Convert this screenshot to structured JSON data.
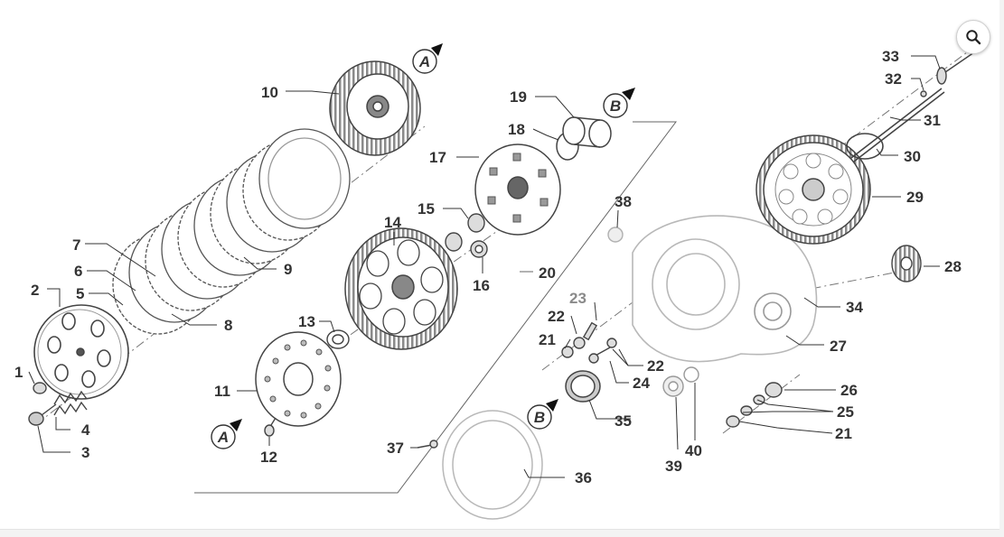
{
  "callouts": {
    "c1": "1",
    "c2": "2",
    "c3": "3",
    "c4": "4",
    "c5": "5",
    "c6": "6",
    "c7": "7",
    "c8": "8",
    "c9": "9",
    "c10": "10",
    "c11": "11",
    "c12": "12",
    "c13": "13",
    "c14": "14",
    "c15": "15",
    "c16": "16",
    "c17": "17",
    "c18": "18",
    "c19": "19",
    "c20": "20",
    "c21a": "21",
    "c21b": "21",
    "c22a": "22",
    "c22b": "22",
    "c23": "23",
    "c24": "24",
    "c25": "25",
    "c26": "26",
    "c27": "27",
    "c28": "28",
    "c29": "29",
    "c30": "30",
    "c31": "31",
    "c32": "32",
    "c33": "33",
    "c34": "34",
    "c35": "35",
    "c36": "36",
    "c37": "37",
    "c38": "38",
    "c39": "39",
    "c40": "40"
  },
  "badges": {
    "a": "A",
    "b": "B"
  },
  "icons": {
    "zoom": "magnifier-icon"
  },
  "colors": {
    "line": "#5a5a5a",
    "light": "#b8b8b8",
    "text": "#333333"
  }
}
